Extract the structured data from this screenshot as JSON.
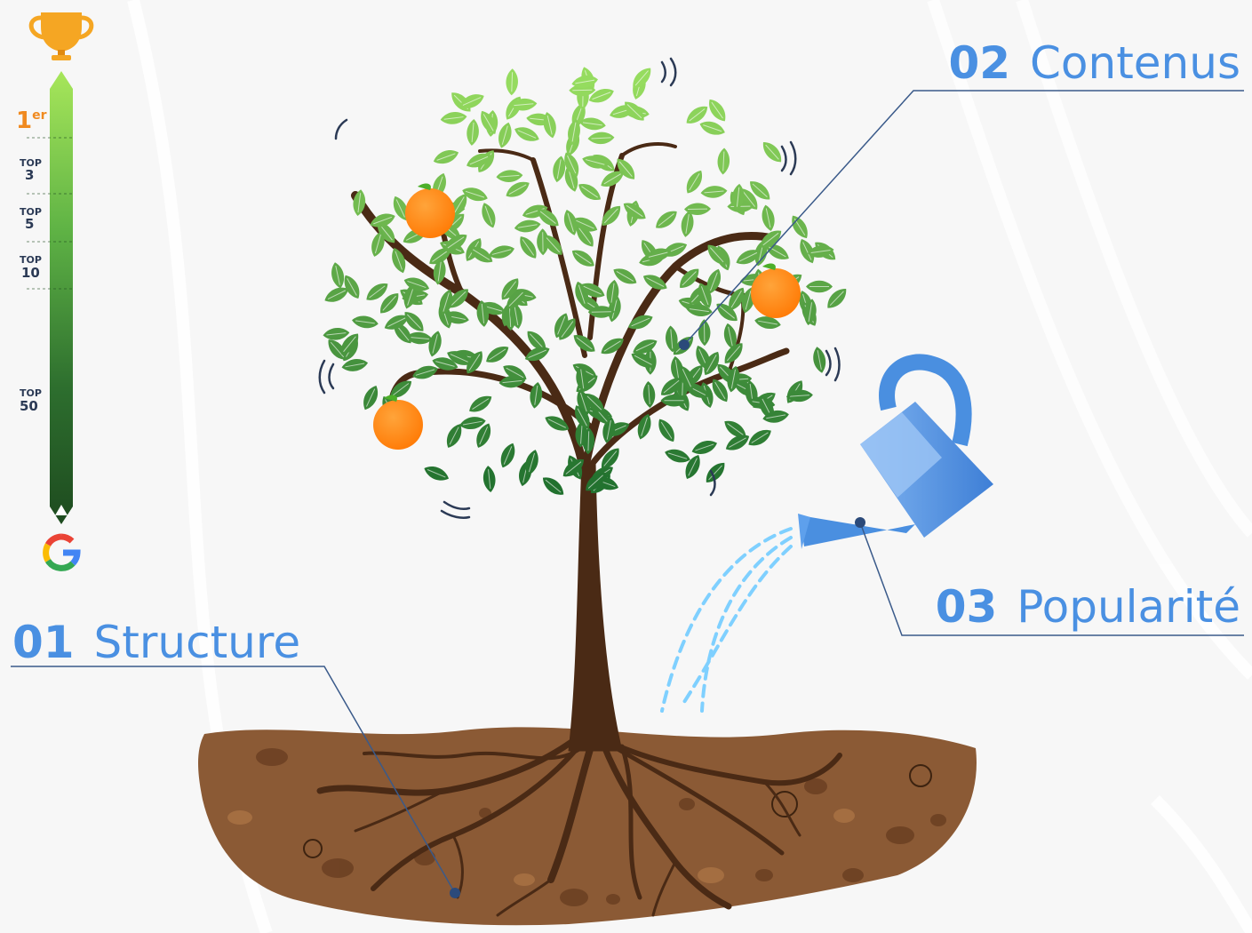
{
  "labels": {
    "structure": {
      "number": "01",
      "text": "Structure"
    },
    "contenus": {
      "number": "02",
      "text": "Contenus"
    },
    "popularite": {
      "number": "03",
      "text": "Popularité"
    }
  },
  "ranking": {
    "first": {
      "main": "1",
      "sup": "er"
    },
    "levels": [
      {
        "top": "TOP",
        "num": "3"
      },
      {
        "top": "TOP",
        "num": "5"
      },
      {
        "top": "TOP",
        "num": "10"
      },
      {
        "top": "TOP",
        "num": "50"
      }
    ],
    "icons": [
      "trophy-icon",
      "google-icon"
    ]
  },
  "colors": {
    "label_blue": "#4a90e2",
    "leader_line": "#3a5a8a",
    "soil": "#8b5a35",
    "trunk": "#4a2a15",
    "orange": "#ff8a18",
    "leaf_light": "#8fd65a",
    "leaf_dark": "#1f6b2a",
    "water": "#7fd0ff",
    "can": "#4a8fe0",
    "trophy": "#f5a623"
  }
}
